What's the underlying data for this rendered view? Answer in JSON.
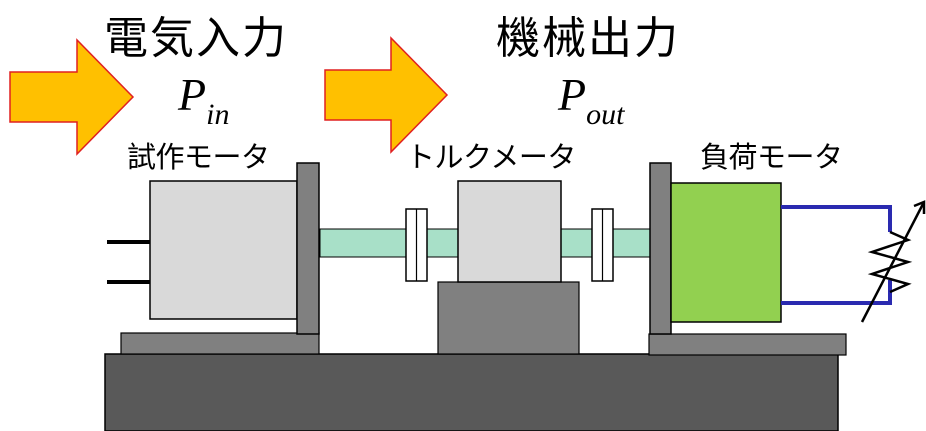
{
  "input": {
    "heading": "電気入力",
    "symbol": "P",
    "subscript": "in"
  },
  "output": {
    "heading": "機械出力",
    "symbol": "P",
    "subscript": "out"
  },
  "components": {
    "test_motor": "試作モータ",
    "torque_meter": "トルクメータ",
    "load_motor": "負荷モータ"
  },
  "colors": {
    "arrow_fill": "#ffc000",
    "arrow_stroke": "#e02020",
    "shaft": "#a8e0c8",
    "motor_body": "#d9d9d9",
    "load_motor_body": "#92d050",
    "base": "#595959",
    "plate": "#808080",
    "wire": "#2a2ab0"
  },
  "icons": [
    "power-arrow",
    "variable-resistor-icon",
    "shaft-coupling"
  ]
}
